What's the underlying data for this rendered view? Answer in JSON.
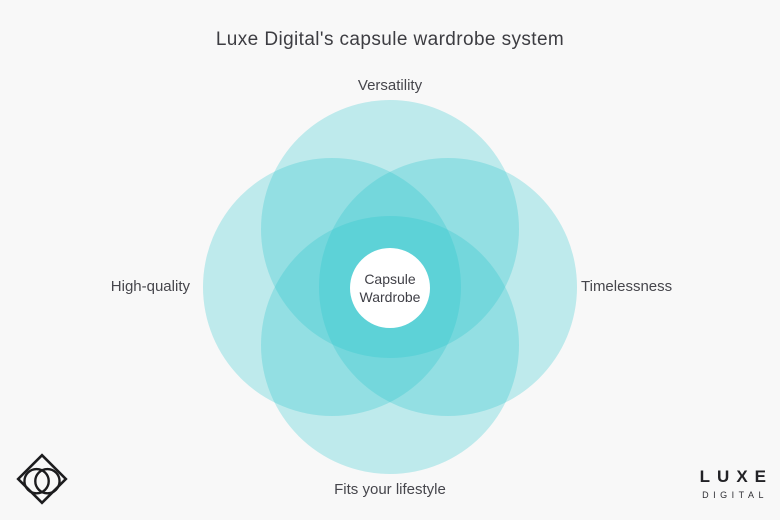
{
  "title": "Luxe Digital's capsule wardrobe system",
  "diagram": {
    "type": "venn",
    "sets": [
      {
        "id": "versatility",
        "label": "Versatility",
        "position": "top"
      },
      {
        "id": "timelessness",
        "label": "Timelessness",
        "position": "right"
      },
      {
        "id": "fits-your-lifestyle",
        "label": "Fits your lifestyle",
        "position": "bottom"
      },
      {
        "id": "high-quality",
        "label": "High-quality",
        "position": "left"
      }
    ],
    "intersection": {
      "label": "Capsule Wardrobe",
      "line1": "Capsule",
      "line2": "Wardrobe"
    }
  },
  "branding": {
    "logo_icon": "luxe-digital-diamond-logo",
    "wordmark_line1": "LUXE",
    "wordmark_line2": "DIGITAL"
  },
  "colors": {
    "background": "#f8f8f8",
    "circle_fill_hex": "#20c4cb",
    "circle_fill_rgba": "rgba(32,196,203,0.27)",
    "hub_fill": "#ffffff",
    "text": "#3f3f46",
    "logo_ink": "#1c1c1e"
  }
}
